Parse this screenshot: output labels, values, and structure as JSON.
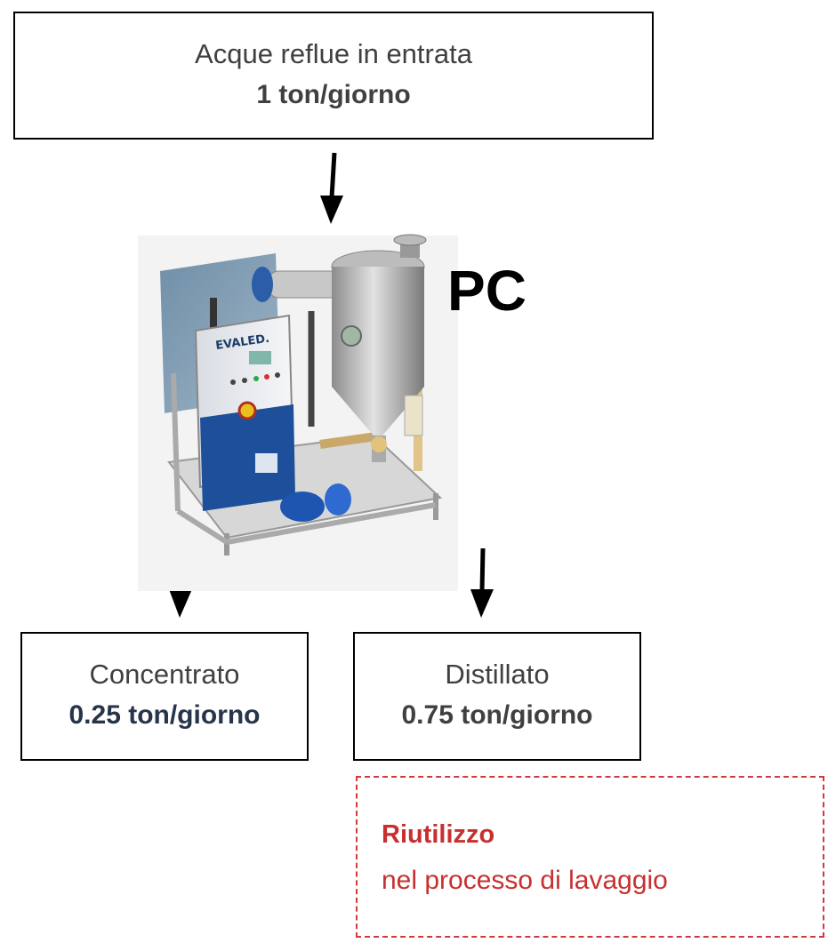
{
  "inlet": {
    "title": "Acque reflue in entrata",
    "value": "1 ton/giorno"
  },
  "unit": {
    "label": "PC",
    "brand": "EVALED."
  },
  "concentrate": {
    "title": "Concentrato",
    "value": "0.25 ton/giorno"
  },
  "distillate": {
    "title": "Distillato",
    "value": "0.75 ton/giorno"
  },
  "reuse": {
    "title": "Riutilizzo",
    "subtitle": "nel processo di lavaggio"
  },
  "colors": {
    "reuse_red": "#c8302f",
    "box_border": "#000000",
    "text_gray": "#404040",
    "concentrate_value": "#27344a"
  }
}
